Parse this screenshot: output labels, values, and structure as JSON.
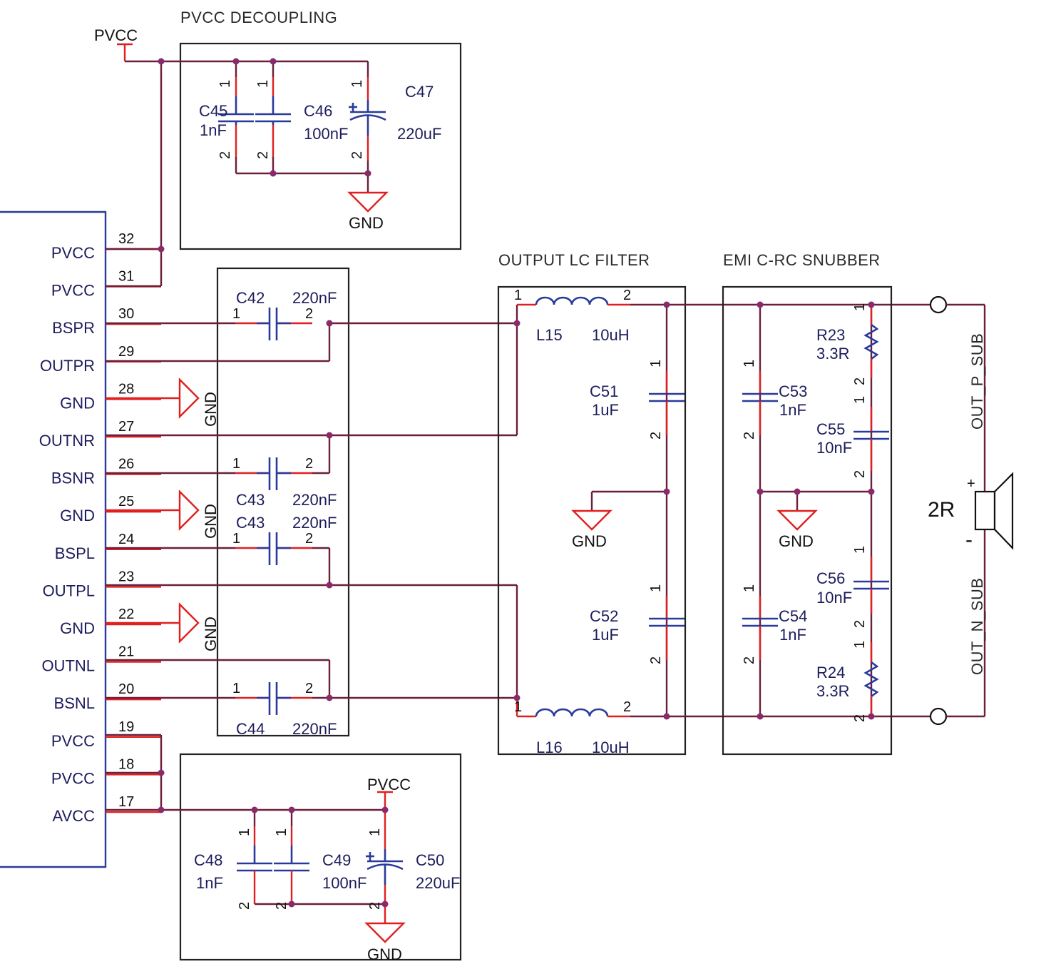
{
  "colors": {
    "wire": "#6b1f3a",
    "pin_stub": "#e02020",
    "component": "#2a3a9a",
    "junction": "#8a2a6a",
    "block_outline": "#222222"
  },
  "icons": [
    "power-port-icon",
    "ground-icon",
    "capacitor-icon",
    "polarized-capacitor-icon",
    "inductor-icon",
    "resistor-icon",
    "speaker-icon",
    "terminal-icon"
  ],
  "blocks": {
    "pvcc_decoupling": "PVCC DECOUPLING",
    "output_lc_filter": "OUTPUT LC FILTER",
    "emi_snubber": "EMI C-RC SNUBBER"
  },
  "power": {
    "pvcc": "PVCC",
    "gnd": "GND"
  },
  "pin_numbers": {
    "one": "1",
    "two": "2"
  },
  "chip_pins": [
    {
      "num": "32",
      "name": "PVCC"
    },
    {
      "num": "31",
      "name": "PVCC"
    },
    {
      "num": "30",
      "name": "BSPR"
    },
    {
      "num": "29",
      "name": "OUTPR"
    },
    {
      "num": "28",
      "name": "GND"
    },
    {
      "num": "27",
      "name": "OUTNR"
    },
    {
      "num": "26",
      "name": "BSNR"
    },
    {
      "num": "25",
      "name": "GND"
    },
    {
      "num": "24",
      "name": "BSPL"
    },
    {
      "num": "23",
      "name": "OUTPL"
    },
    {
      "num": "22",
      "name": "GND"
    },
    {
      "num": "21",
      "name": "OUTNL"
    },
    {
      "num": "20",
      "name": "BSNL"
    },
    {
      "num": "19",
      "name": "PVCC"
    },
    {
      "num": "18",
      "name": "PVCC"
    },
    {
      "num": "17",
      "name": "AVCC"
    }
  ],
  "components": {
    "c45": {
      "ref": "C45",
      "value": "1nF"
    },
    "c46": {
      "ref": "C46",
      "value": "100nF"
    },
    "c47": {
      "ref": "C47",
      "value": "220uF"
    },
    "c42": {
      "ref": "C42",
      "value": "220nF"
    },
    "c43a": {
      "ref": "C43",
      "value": "220nF"
    },
    "c43b": {
      "ref": "C43",
      "value": "220nF"
    },
    "c44": {
      "ref": "C44",
      "value": "220nF"
    },
    "l15": {
      "ref": "L15",
      "value": "10uH"
    },
    "l16": {
      "ref": "L16",
      "value": "10uH"
    },
    "c51": {
      "ref": "C51",
      "value": "1uF"
    },
    "c52": {
      "ref": "C52",
      "value": "1uF"
    },
    "c53": {
      "ref": "C53",
      "value": "1nF"
    },
    "c54": {
      "ref": "C54",
      "value": "1nF"
    },
    "c55": {
      "ref": "C55",
      "value": "10nF"
    },
    "c56": {
      "ref": "C56",
      "value": "10nF"
    },
    "r23": {
      "ref": "R23",
      "value": "3.3R"
    },
    "r24": {
      "ref": "R24",
      "value": "3.3R"
    },
    "c48": {
      "ref": "C48",
      "value": "1nF"
    },
    "c49": {
      "ref": "C49",
      "value": "100nF"
    },
    "c50": {
      "ref": "C50",
      "value": "220uF"
    }
  },
  "speaker": {
    "impedance": "2R",
    "plus": "+",
    "minus": "-",
    "out_p": "OUT_P_SUB",
    "out_n": "OUT_N_SUB"
  }
}
